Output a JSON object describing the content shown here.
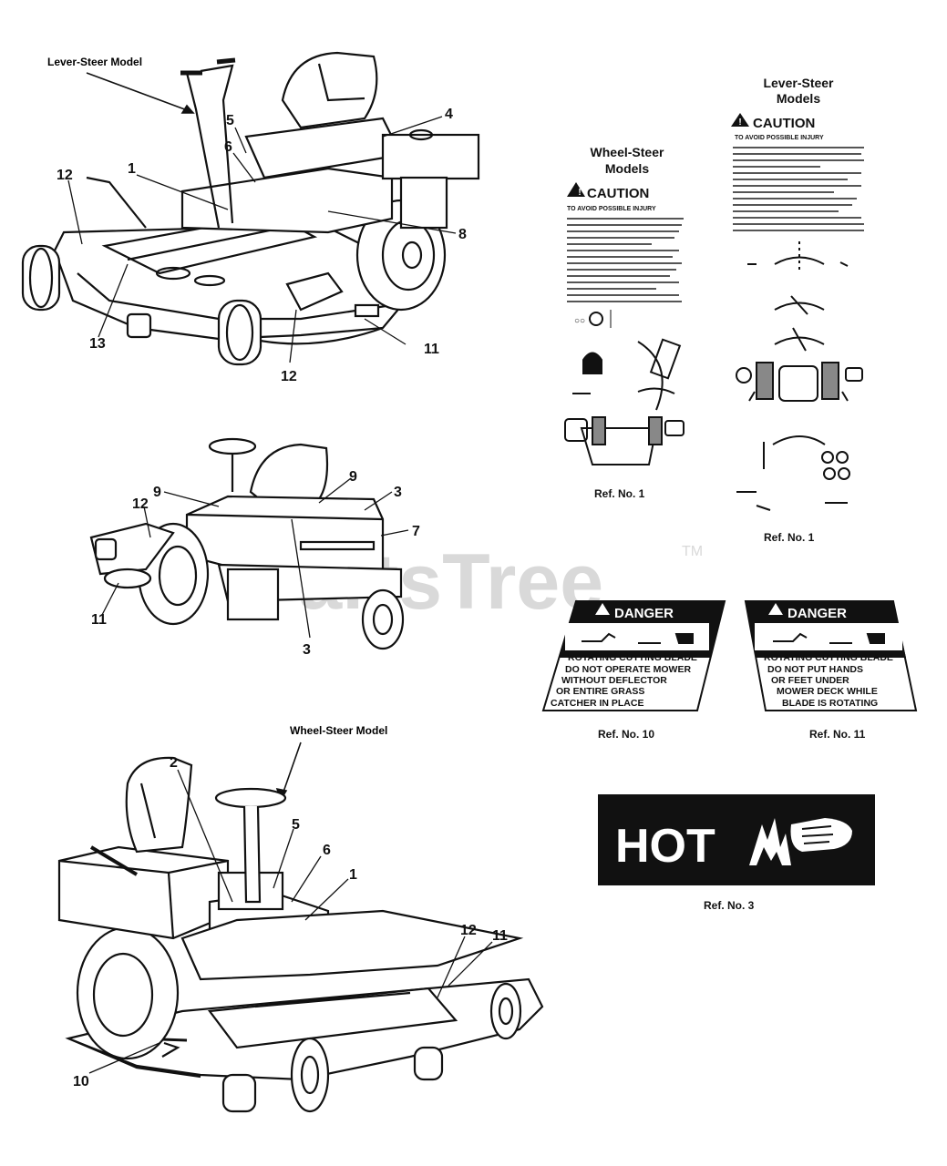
{
  "model_labels": {
    "lever_steer_model": "Lever-Steer Model",
    "wheel_steer_model": "Wheel-Steer Model",
    "lever_steer_models_line1": "Lever-Steer",
    "lever_steer_models_line2": "Models",
    "wheel_steer_models_line1": "Wheel-Steer",
    "wheel_steer_models_line2": "Models"
  },
  "callouts": {
    "top": [
      "5",
      "4",
      "6",
      "1",
      "12",
      "8",
      "13",
      "12",
      "11"
    ],
    "middle": [
      "9",
      "9",
      "3",
      "12",
      "7",
      "11",
      "3"
    ],
    "bottom": [
      "2",
      "5",
      "6",
      "1",
      "12",
      "11",
      "10"
    ]
  },
  "caution_decal_wheel": {
    "heading": "CAUTION",
    "subheading": "TO AVOID POSSIBLE INJURY",
    "ref": "Ref. No. 1"
  },
  "caution_decal_lever": {
    "heading": "CAUTION",
    "subheading": "TO AVOID POSSIBLE INJURY",
    "ref": "Ref. No. 1"
  },
  "danger_decal_10": {
    "heading": "DANGER",
    "lines": [
      "ROTATING CUTTING BLADE",
      "DO NOT OPERATE MOWER",
      "WITHOUT DEFLECTOR",
      "OR ENTIRE GRASS",
      "CATCHER IN PLACE"
    ],
    "ref": "Ref. No. 10"
  },
  "danger_decal_11": {
    "heading": "DANGER",
    "lines": [
      "ROTATING CUTTING BLADE",
      "DO NOT PUT HANDS",
      "OR FEET UNDER",
      "MOWER DECK WHILE",
      "BLADE IS ROTATING"
    ],
    "ref": "Ref. No. 11"
  },
  "hot_decal": {
    "text": "HOT",
    "ref": "Ref. No. 3"
  },
  "watermark": {
    "text": "PartsTree",
    "tm": "TM"
  },
  "colors": {
    "ink": "#111111",
    "watermark": "#d9d9d9",
    "paper": "#ffffff"
  }
}
